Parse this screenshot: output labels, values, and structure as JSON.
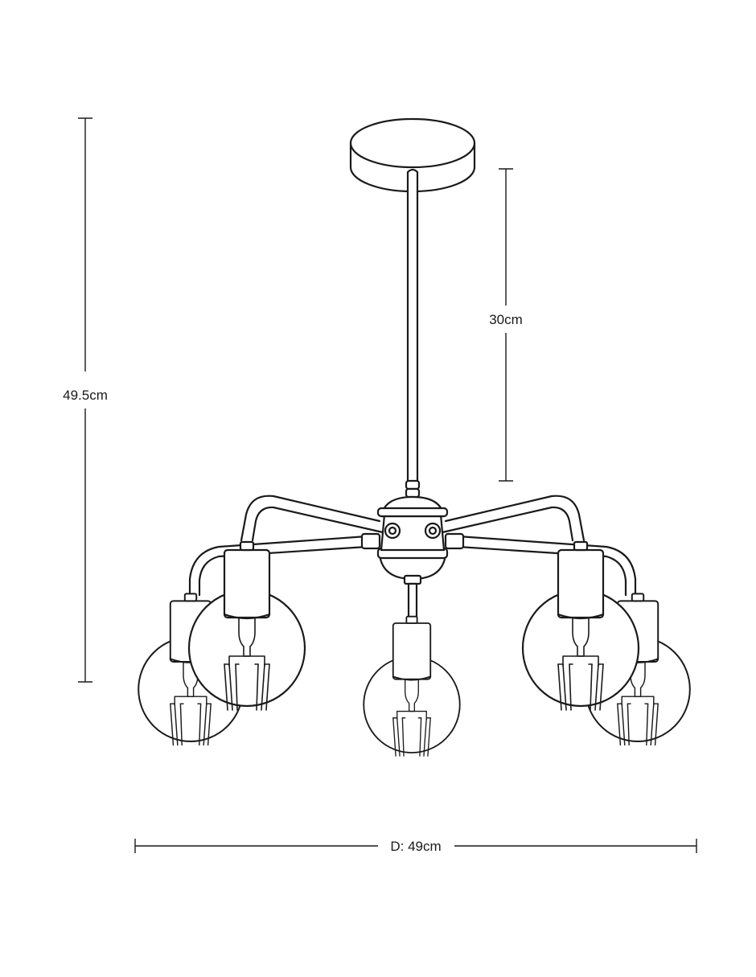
{
  "diagram": {
    "dimensions": {
      "overall_height": "49.5cm",
      "rod_length": "30cm",
      "diameter": "D: 49cm"
    },
    "colors": {
      "line": "#1a1a1a",
      "background": "#ffffff"
    },
    "icons": {
      "product": "chandelier-icon",
      "bulb": "globe-bulb-icon"
    }
  }
}
